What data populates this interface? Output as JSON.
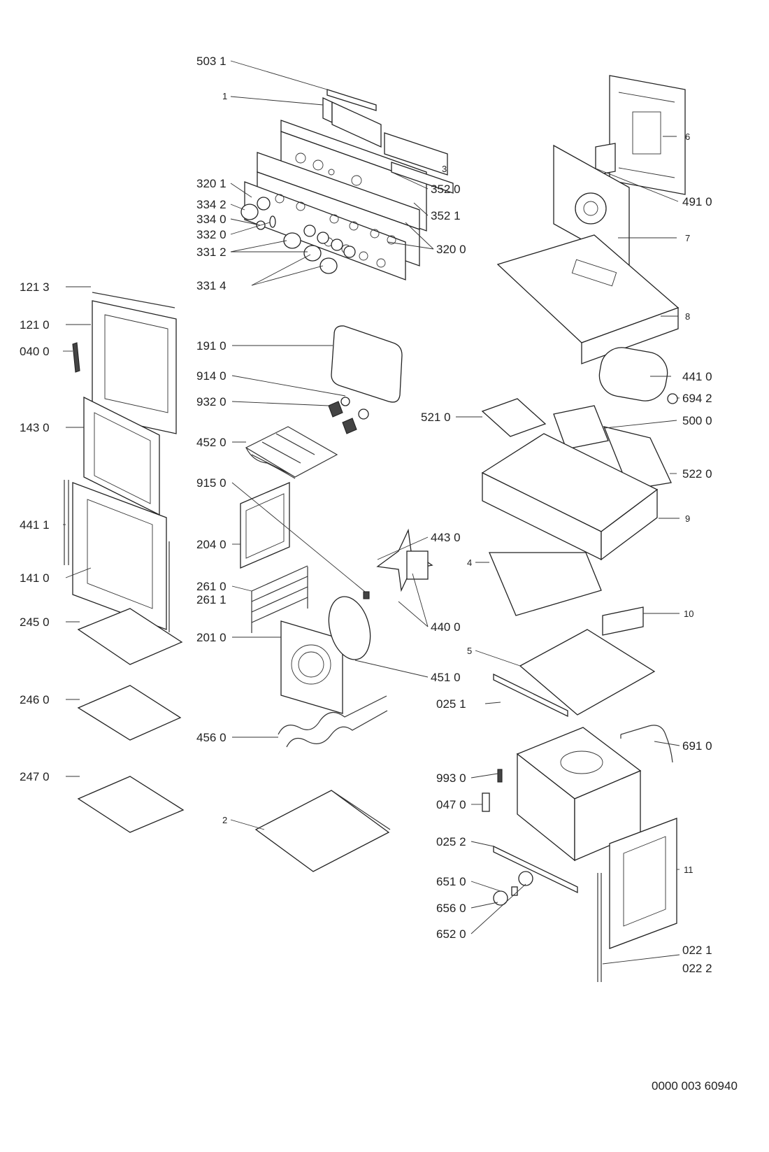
{
  "labels": {
    "l5031": "503 1",
    "l1": "1",
    "l3": "3",
    "l3201": "320 1",
    "l3520": "352 0",
    "l3342": "334 2",
    "l3340": "334 0",
    "l3521": "352 1",
    "l3320": "332 0",
    "l3312": "331 2",
    "l3200": "320 0",
    "l3314": "331 4",
    "l6": "6",
    "l4910": "491 0",
    "l7": "7",
    "l8": "8",
    "l1213": "121 3",
    "l1210": "121 0",
    "l0400": "040 0",
    "l1430": "143 0",
    "l4411": "441 1",
    "l1410": "141 0",
    "l2450": "245 0",
    "l2460": "246 0",
    "l2470": "247 0",
    "l1910": "191 0",
    "l9140": "914 0",
    "l9320": "932 0",
    "l4520": "452 0",
    "l9150": "915 0",
    "l2040": "204 0",
    "l2610": "261 0",
    "l2611": "261 1",
    "l2010": "201 0",
    "l4560": "456 0",
    "l2": "2",
    "l4430": "443 0",
    "l4400": "440 0",
    "l4510": "451 0",
    "l4410": "441 0",
    "l6942": "694 2",
    "l5210": "521 0",
    "l5000": "500 0",
    "l5220": "522 0",
    "l9": "9",
    "l4": "4",
    "l10": "10",
    "l5": "5",
    "l0251": "025 1",
    "l6910": "691 0",
    "l9930": "993 0",
    "l0470": "047 0",
    "l0252": "025 2",
    "l11": "11",
    "l6510": "651 0",
    "l6560": "656 0",
    "l6520": "652 0",
    "l0221": "022 1",
    "l0222": "022 2"
  },
  "drawing_code": "0000 003 60940"
}
